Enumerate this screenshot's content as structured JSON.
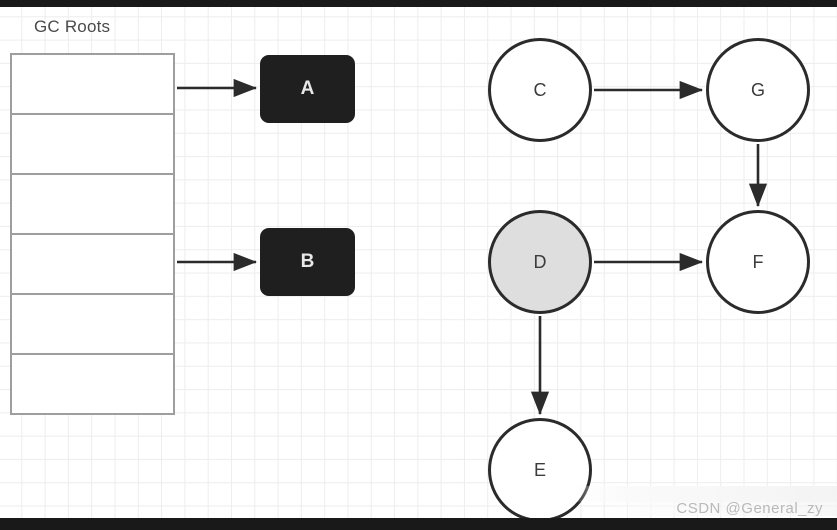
{
  "diagram": {
    "title": "GC Roots",
    "watermark": "CSDN @General_zy",
    "colors": {
      "grid_line": "#ededed",
      "table_border": "#9e9e9e",
      "dark_node_fill": "#1f1f1f",
      "dark_node_text": "#e8e8e8",
      "circle_stroke": "#2b2b2b",
      "circle_fill_white": "#ffffff",
      "circle_fill_gray": "#dedede",
      "edge_color": "#2b2b2b",
      "label_color": "#4a4a4a",
      "frame_bar": "#191919"
    },
    "gc_roots_table": {
      "label": "GC Roots",
      "slot_count": 6,
      "slots": [
        {
          "index": 1,
          "value": "",
          "has_reference": true
        },
        {
          "index": 2,
          "value": "",
          "has_reference": false
        },
        {
          "index": 3,
          "value": "",
          "has_reference": false
        },
        {
          "index": 4,
          "value": "",
          "has_reference": true
        },
        {
          "index": 5,
          "value": "",
          "has_reference": false
        },
        {
          "index": 6,
          "value": "",
          "has_reference": false
        }
      ]
    },
    "reachable_nodes": [
      {
        "id": "A",
        "label": "A",
        "shape": "rounded-rect",
        "style": "dark"
      },
      {
        "id": "B",
        "label": "B",
        "shape": "rounded-rect",
        "style": "dark"
      }
    ],
    "object_nodes": [
      {
        "id": "C",
        "label": "C",
        "shape": "circle",
        "fill": "white"
      },
      {
        "id": "G",
        "label": "G",
        "shape": "circle",
        "fill": "white"
      },
      {
        "id": "D",
        "label": "D",
        "shape": "circle",
        "fill": "gray"
      },
      {
        "id": "F",
        "label": "F",
        "shape": "circle",
        "fill": "white"
      },
      {
        "id": "E",
        "label": "E",
        "shape": "circle",
        "fill": "white"
      }
    ],
    "edges": [
      {
        "from": "gc-root-slot-1",
        "to": "A",
        "direction": "right"
      },
      {
        "from": "gc-root-slot-4",
        "to": "B",
        "direction": "right"
      },
      {
        "from": "C",
        "to": "G",
        "direction": "right"
      },
      {
        "from": "G",
        "to": "F",
        "direction": "down"
      },
      {
        "from": "D",
        "to": "F",
        "direction": "right"
      },
      {
        "from": "D",
        "to": "E",
        "direction": "down"
      }
    ]
  }
}
